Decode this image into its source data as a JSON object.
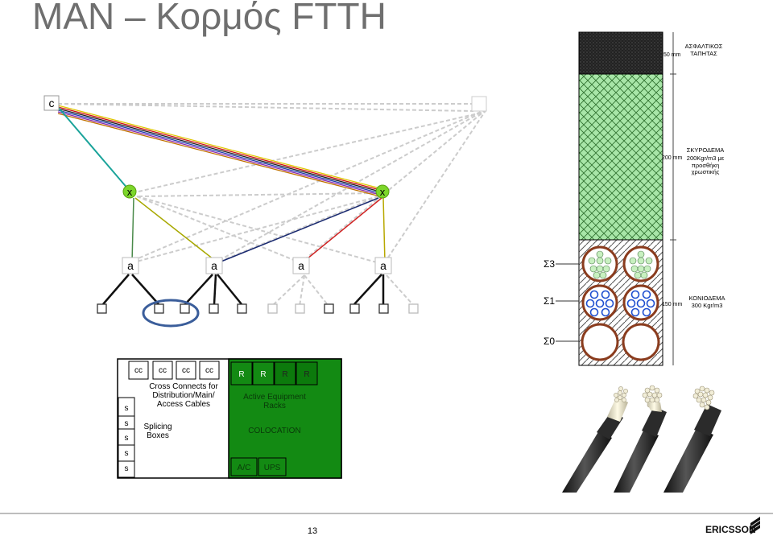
{
  "title": "MAN – Κορμός FTTH",
  "page_number": "13",
  "brand": "ERICSSON",
  "colors": {
    "title": "#6f6f6f",
    "room_green": "#138a13",
    "ring": "#3a5d9a",
    "duct_brown": "#8a3c1e",
    "mesh_green": "#9fe0a0",
    "asphalt": "#2a2a2a"
  },
  "network": {
    "central": "c",
    "cross": [
      "x",
      "x"
    ],
    "access": [
      "a",
      "a",
      "a",
      "a"
    ]
  },
  "trench": {
    "layers": [
      {
        "depth": "50 mm",
        "label": [
          "ΑΣΦΑΛΤΙΚΟΣ",
          "ΤΑΠΗΤΑΣ"
        ]
      },
      {
        "depth": "200 mm",
        "label": [
          "ΣΚΥΡΟΔΕΜΑ",
          "200Kgr/m3 με",
          "προσθήκη",
          "χρωστικής"
        ]
      },
      {
        "depth": "150 mm",
        "label": [
          "ΚΟΝΙΟΔΕΜΑ",
          "300 Kgr/m3"
        ]
      }
    ],
    "levels": [
      "Σ3",
      "Σ1",
      "Σ0"
    ]
  },
  "room": {
    "cc": [
      "cc",
      "cc",
      "cc",
      "cc"
    ],
    "cross_connect_text": [
      "Cross Connects for",
      "Distribution/Main/",
      "Access Cables"
    ],
    "splicing_text": [
      "Splicing",
      "Boxes"
    ],
    "s": [
      "s",
      "s",
      "s",
      "s",
      "s"
    ],
    "racks": [
      "R",
      "R",
      "R",
      "R"
    ],
    "active_text": [
      "Active Equipment",
      "Racks"
    ],
    "colocation": "COLOCATION",
    "ac": "A/C",
    "ups": "UPS"
  }
}
